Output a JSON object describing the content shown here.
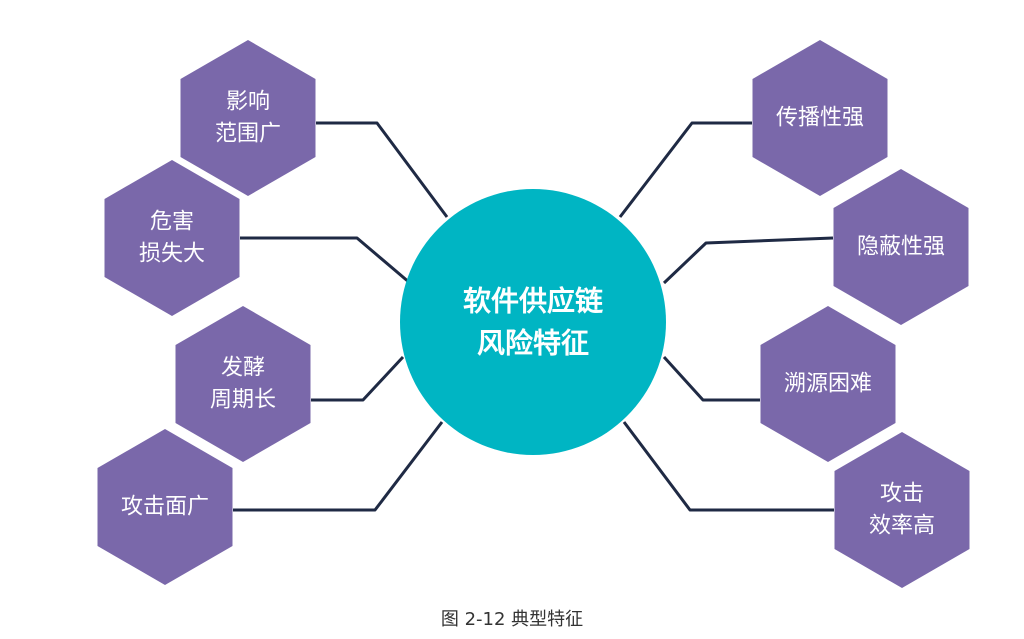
{
  "center": {
    "lines": [
      "软件供应链",
      "风险特征"
    ],
    "color": "#00b5c3"
  },
  "hex_color": "#7a68aa",
  "line_color": "#1f2a44",
  "left_items": [
    {
      "lines": [
        "影响",
        "范围广"
      ]
    },
    {
      "lines": [
        "危害",
        "损失大"
      ]
    },
    {
      "lines": [
        "发酵",
        "周期长"
      ]
    },
    {
      "lines": [
        "攻击面广"
      ]
    }
  ],
  "right_items": [
    {
      "lines": [
        "传播性强"
      ]
    },
    {
      "lines": [
        "隐蔽性强"
      ]
    },
    {
      "lines": [
        "溯源困难"
      ]
    },
    {
      "lines": [
        "攻击",
        "效率高"
      ]
    }
  ],
  "caption": "图 2-12 典型特征"
}
